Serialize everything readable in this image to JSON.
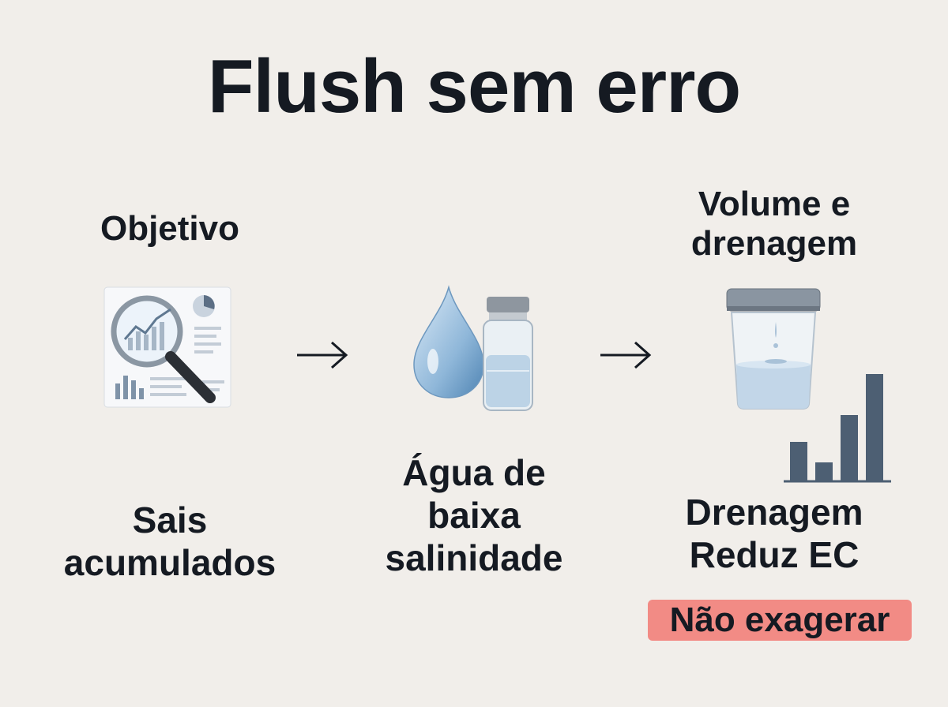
{
  "title": "Flush sem erro",
  "steps": [
    {
      "heading": "Objetivo",
      "label_lines": [
        "Sais",
        "acumulados"
      ],
      "icon": "magnifier-report-icon"
    },
    {
      "heading": "",
      "label_lines": [
        "Água de",
        "baixa",
        "salinidade"
      ],
      "icon": "water-drop-vial-icon"
    },
    {
      "heading_lines": [
        "Volume e",
        "drenagem"
      ],
      "label_lines": [
        "Drenagem",
        "Reduz EC"
      ],
      "icon": "measuring-cup-icon",
      "chart_icon": "bar-chart-icon"
    }
  ],
  "warning": "Não exagerar",
  "colors": {
    "background": "#f1eeea",
    "text": "#151a22",
    "warning_bg": "#f28b85",
    "chart_bars": "#4d5f73"
  }
}
